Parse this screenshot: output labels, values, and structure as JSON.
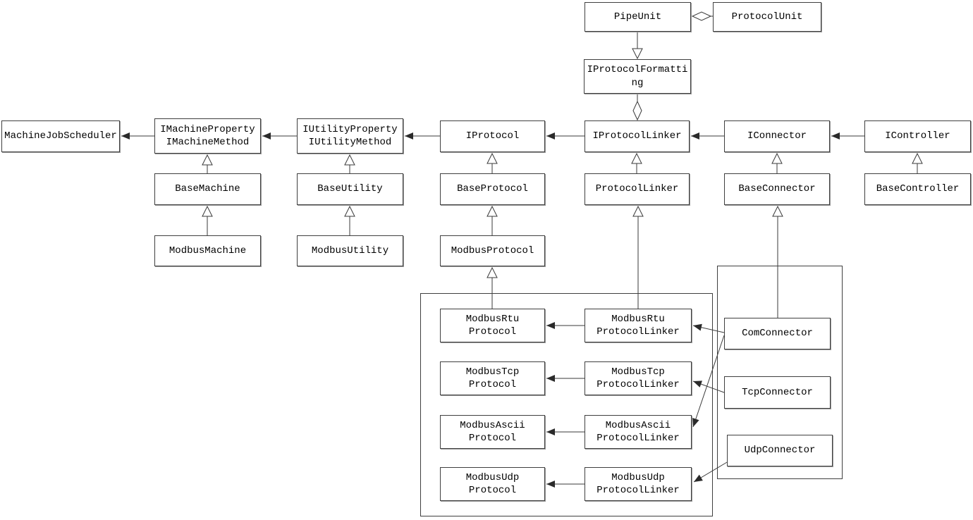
{
  "diagram": {
    "kind": "uml-class-diagram",
    "colors": {
      "background": "#ffffff",
      "line": "#3a3a3a",
      "box_fill": "#ffffff",
      "text": "#000000"
    },
    "nodes": {
      "pipe_unit": "PipeUnit",
      "protocol_unit": "ProtocolUnit",
      "iprotocol_formatting": "IProtocolFormatting",
      "machine_job_scheduler": "MachineJobScheduler",
      "imachine": "IMachineProperty\nIMachineMethod",
      "iutility": "IUtilityProperty\nIUtilityMethod",
      "iprotocol": "IProtocol",
      "iprotocol_linker": "IProtocolLinker",
      "iconnector": "IConnector",
      "icontroller": "IController",
      "base_machine": "BaseMachine",
      "base_utility": "BaseUtility",
      "base_protocol": "BaseProtocol",
      "protocol_linker": "ProtocolLinker",
      "base_connector": "BaseConnector",
      "base_controller": "BaseController",
      "modbus_machine": "ModbusMachine",
      "modbus_utility": "ModbusUtility",
      "modbus_protocol": "ModbusProtocol",
      "modbus_rtu_protocol": "ModbusRtu\nProtocol",
      "modbus_rtu_protocol_linker": "ModbusRtu\nProtocolLinker",
      "modbus_tcp_protocol": "ModbusTcp\nProtocol",
      "modbus_tcp_protocol_linker": "ModbusTcp\nProtocolLinker",
      "modbus_ascii_protocol": "ModbusAscii\nProtocol",
      "modbus_ascii_protocol_linker": "ModbusAscii\nProtocolLinker",
      "modbus_udp_protocol": "ModbusUdp\nProtocol",
      "modbus_udp_protocol_linker": "ModbusUdp\nProtocolLinker",
      "com_connector": "ComConnector",
      "tcp_connector": "TcpConnector",
      "udp_connector": "UdpConnector"
    },
    "edges": [
      {
        "from": "PipeUnit",
        "to": "ProtocolUnit",
        "type": "aggregation"
      },
      {
        "from": "PipeUnit",
        "to": "IProtocolFormatting",
        "type": "realization"
      },
      {
        "from": "IProtocolFormatting",
        "to": "IProtocolLinker",
        "type": "aggregation"
      },
      {
        "from": "IMachineProperty/IMachineMethod",
        "to": "MachineJobScheduler",
        "type": "dependency"
      },
      {
        "from": "IUtilityProperty/IUtilityMethod",
        "to": "IMachineProperty/IMachineMethod",
        "type": "dependency"
      },
      {
        "from": "IProtocol",
        "to": "IUtilityProperty/IUtilityMethod",
        "type": "dependency"
      },
      {
        "from": "IProtocolLinker",
        "to": "IProtocol",
        "type": "dependency"
      },
      {
        "from": "IConnector",
        "to": "IProtocolLinker",
        "type": "dependency"
      },
      {
        "from": "IController",
        "to": "IConnector",
        "type": "dependency"
      },
      {
        "from": "BaseMachine",
        "to": "IMachineProperty/IMachineMethod",
        "type": "inheritance"
      },
      {
        "from": "BaseUtility",
        "to": "IUtilityProperty/IUtilityMethod",
        "type": "inheritance"
      },
      {
        "from": "BaseProtocol",
        "to": "IProtocol",
        "type": "inheritance"
      },
      {
        "from": "ProtocolLinker",
        "to": "IProtocolLinker",
        "type": "inheritance"
      },
      {
        "from": "BaseConnector",
        "to": "IConnector",
        "type": "inheritance"
      },
      {
        "from": "BaseController",
        "to": "IController",
        "type": "inheritance"
      },
      {
        "from": "ModbusMachine",
        "to": "BaseMachine",
        "type": "inheritance"
      },
      {
        "from": "ModbusUtility",
        "to": "BaseUtility",
        "type": "inheritance"
      },
      {
        "from": "ModbusProtocol",
        "to": "BaseProtocol",
        "type": "inheritance"
      },
      {
        "from": "ModbusRtuProtocol",
        "to": "ModbusProtocol",
        "type": "inheritance"
      },
      {
        "from": "ModbusRtuProtocolLinker",
        "to": "ProtocolLinker",
        "type": "inheritance"
      },
      {
        "from": "ComConnector",
        "to": "BaseConnector",
        "type": "inheritance"
      },
      {
        "from": "ModbusRtuProtocolLinker",
        "to": "ModbusRtuProtocol",
        "type": "dependency"
      },
      {
        "from": "ModbusTcpProtocolLinker",
        "to": "ModbusTcpProtocol",
        "type": "dependency"
      },
      {
        "from": "ModbusAsciiProtocolLinker",
        "to": "ModbusAsciiProtocol",
        "type": "dependency"
      },
      {
        "from": "ModbusUdpProtocolLinker",
        "to": "ModbusUdpProtocol",
        "type": "dependency"
      },
      {
        "from": "ComConnector",
        "to": "ModbusRtuProtocolLinker",
        "type": "dependency"
      },
      {
        "from": "ComConnector",
        "to": "ModbusAsciiProtocolLinker",
        "type": "dependency"
      },
      {
        "from": "TcpConnector",
        "to": "ModbusTcpProtocolLinker",
        "type": "dependency"
      },
      {
        "from": "UdpConnector",
        "to": "ModbusUdpProtocolLinker",
        "type": "dependency"
      }
    ]
  }
}
